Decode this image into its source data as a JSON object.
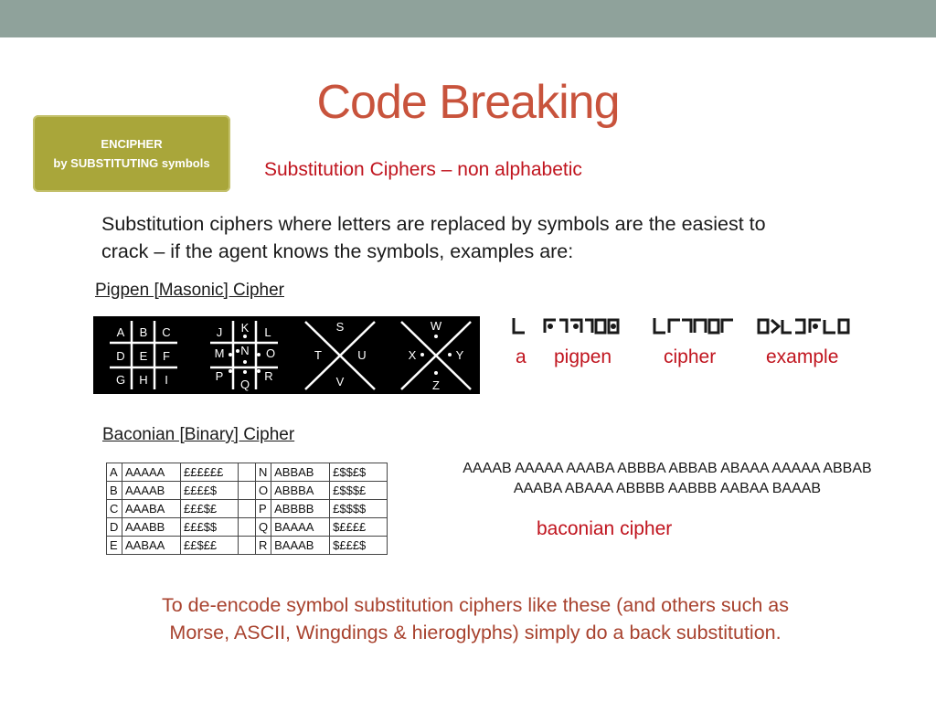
{
  "title": "Code Breaking",
  "badge": {
    "line1": "ENCIPHER",
    "line2": "by SUBSTITUTING symbols"
  },
  "subtitle": "Substitution Ciphers – non alphabetic",
  "intro": "Substitution ciphers where letters are replaced by symbols are the easiest to crack – if the agent knows the symbols, examples are:",
  "pigpen": {
    "heading": "Pigpen [Masonic] Cipher",
    "grid1": [
      "A",
      "B",
      "C",
      "D",
      "E",
      "F",
      "G",
      "H",
      "I"
    ],
    "grid2": [
      "J",
      "K",
      "L",
      "M",
      "N",
      "O",
      "P",
      "Q",
      "R"
    ],
    "x1": [
      "S",
      "T",
      "U",
      "V"
    ],
    "x2": [
      "W",
      "X",
      "Y",
      "Z"
    ],
    "example_words": [
      "a",
      "pigpen",
      "cipher",
      "example"
    ]
  },
  "bacon": {
    "heading": "Baconian [Binary] Cipher",
    "rows": [
      [
        "A",
        "AAAAA",
        "££££££",
        "N",
        "ABBAB",
        "£$$£$"
      ],
      [
        "B",
        "AAAAB",
        "££££$",
        "O",
        "ABBBA",
        "£$$$£"
      ],
      [
        "C",
        "AAABA",
        "£££$£",
        "P",
        "ABBBB",
        "£$$$$"
      ],
      [
        "D",
        "AAABB",
        "£££$$",
        "Q",
        "BAAAA",
        "$££££"
      ],
      [
        "E",
        "AABAA",
        "££$££",
        "R",
        "BAAAB",
        "$£££$"
      ]
    ],
    "message_line1": "AAAAB AAAAA AAABA ABBBA ABBAB ABAAA AAAAA ABBAB",
    "message_line2": "AAABA ABAAA ABBBB AABBB AABAA BAAAB",
    "label": "baconian cipher"
  },
  "conclusion_line1": "To de-encode symbol substitution ciphers like these (and others such as",
  "conclusion_line2": "Morse,  ASCII, Wingdings & hieroglyphs) simply do a back substitution.",
  "colors": {
    "accent": "#c8533c",
    "badge": "#a9a63a",
    "topbar": "#8fa29b",
    "red": "#c0141e"
  }
}
